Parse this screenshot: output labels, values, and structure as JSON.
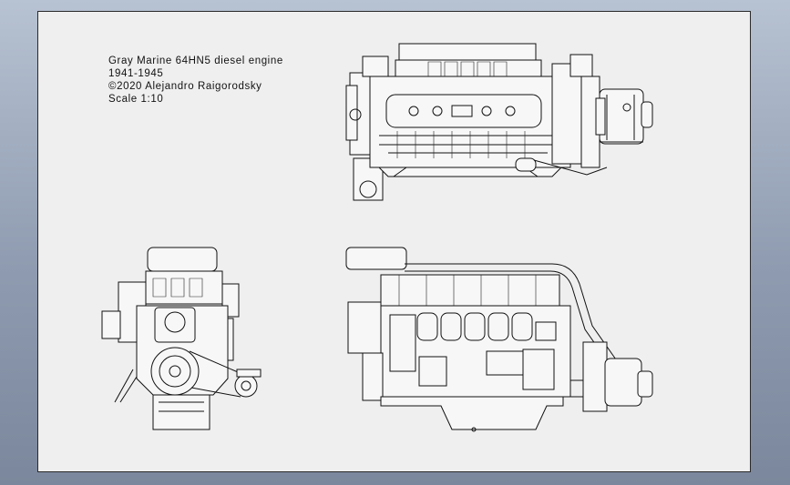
{
  "title_block": {
    "line1": "Gray Marine 64HN5 diesel engine",
    "line2": "1941-1945",
    "line3": "©2020 Alejandro Raigorodsky",
    "line4": "Scale 1:10"
  }
}
